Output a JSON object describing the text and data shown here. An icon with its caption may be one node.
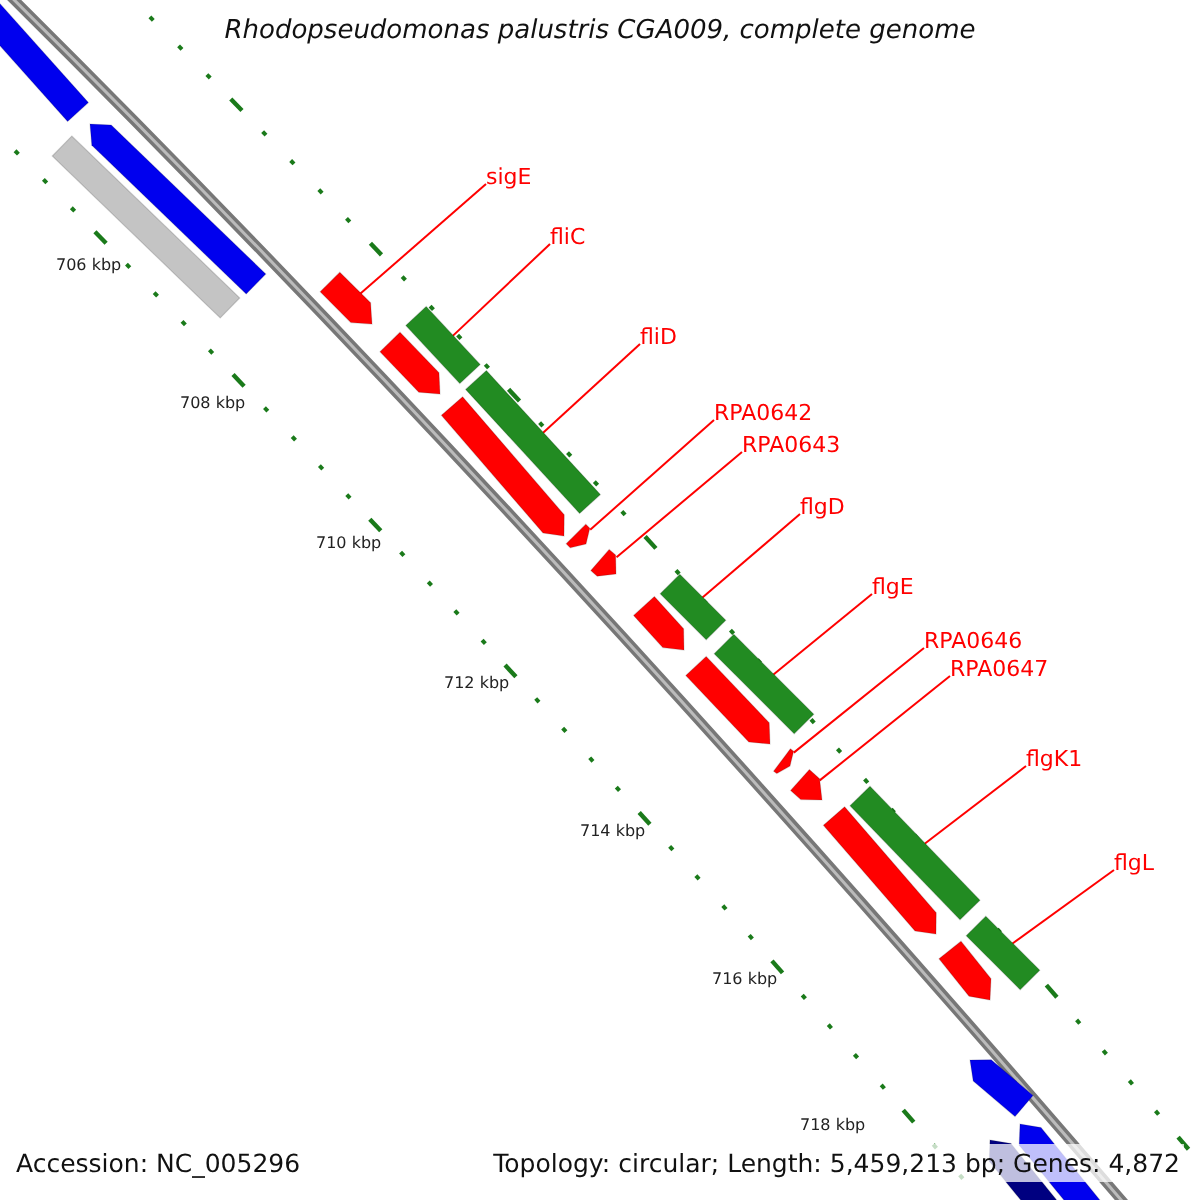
{
  "diagram": {
    "title": "Rhodopseudomonas palustris CGA009, complete genome",
    "nodes": [
      {
        "text": [
          "sigE"
        ]
      },
      {
        "text": [
          "fliC"
        ]
      },
      {
        "text": [
          "fliD"
        ]
      },
      {
        "text": [
          "RPA0642"
        ]
      },
      {
        "text": [
          "RPA0643"
        ]
      },
      {
        "text": [
          "flgD"
        ]
      },
      {
        "text": [
          "flgE"
        ]
      },
      {
        "text": [
          "RPA0646"
        ]
      },
      {
        "text": [
          "RPA0647"
        ]
      },
      {
        "text": [
          "flgK1"
        ]
      },
      {
        "text": [
          "flgL"
        ]
      },
      {
        "text": [],
        "shape": "arrow"
      },
      {
        "text": [],
        "shape": "bar"
      },
      {
        "text": [],
        "shape": "arrow"
      },
      {
        "text": [],
        "shape": "arrow"
      },
      {
        "text": [],
        "shape": "bar"
      },
      {
        "text": [],
        "shape": "arrow"
      },
      {
        "text": [],
        "shape": "arrow"
      },
      {
        "text": [],
        "shape": "bar"
      },
      {
        "text": [],
        "shape": "arrow"
      },
      {
        "text": [],
        "shape": "arrow"
      },
      {
        "text": [],
        "shape": "arrow"
      },
      {
        "text": [],
        "shape": "bar"
      },
      {
        "text": [],
        "shape": "arrow"
      },
      {
        "text": [],
        "shape": "bar"
      },
      {
        "text": [],
        "shape": "arrow"
      },
      {
        "text": [],
        "shape": "arrow"
      },
      {
        "text": [],
        "shape": "arrow"
      },
      {
        "text": [],
        "shape": "bar"
      },
      {
        "text": [],
        "shape": "arrow"
      },
      {
        "text": [],
        "shape": "bar"
      },
      {
        "text": [],
        "shape": "arrow"
      },
      {
        "text": [],
        "shape": "arrow"
      },
      {
        "text": [],
        "shape": "arrow"
      }
    ],
    "edges": [
      {
        "from": 0,
        "to": 14,
        "arrow": "none"
      },
      {
        "from": 1,
        "to": 15,
        "arrow": "none"
      },
      {
        "from": 2,
        "to": 18,
        "arrow": "none"
      },
      {
        "from": 3,
        "to": 19,
        "arrow": "none"
      },
      {
        "from": 4,
        "to": 20,
        "arrow": "none"
      },
      {
        "from": 5,
        "to": 22,
        "arrow": "none"
      },
      {
        "from": 6,
        "to": 24,
        "arrow": "none"
      },
      {
        "from": 7,
        "to": 25,
        "arrow": "none"
      },
      {
        "from": 8,
        "to": 26,
        "arrow": "none"
      },
      {
        "from": 9,
        "to": 28,
        "arrow": "none"
      },
      {
        "from": 10,
        "to": 30,
        "arrow": "none"
      }
    ],
    "labels": [
      "706 kbp",
      "708 kbp",
      "710 kbp",
      "712 kbp",
      "714 kbp",
      "716 kbp",
      "718 kbp",
      "Accession: NC_005296",
      "Topology: circular; Length: 5,459,213 bp; Genes: 4,872"
    ]
  }
}
